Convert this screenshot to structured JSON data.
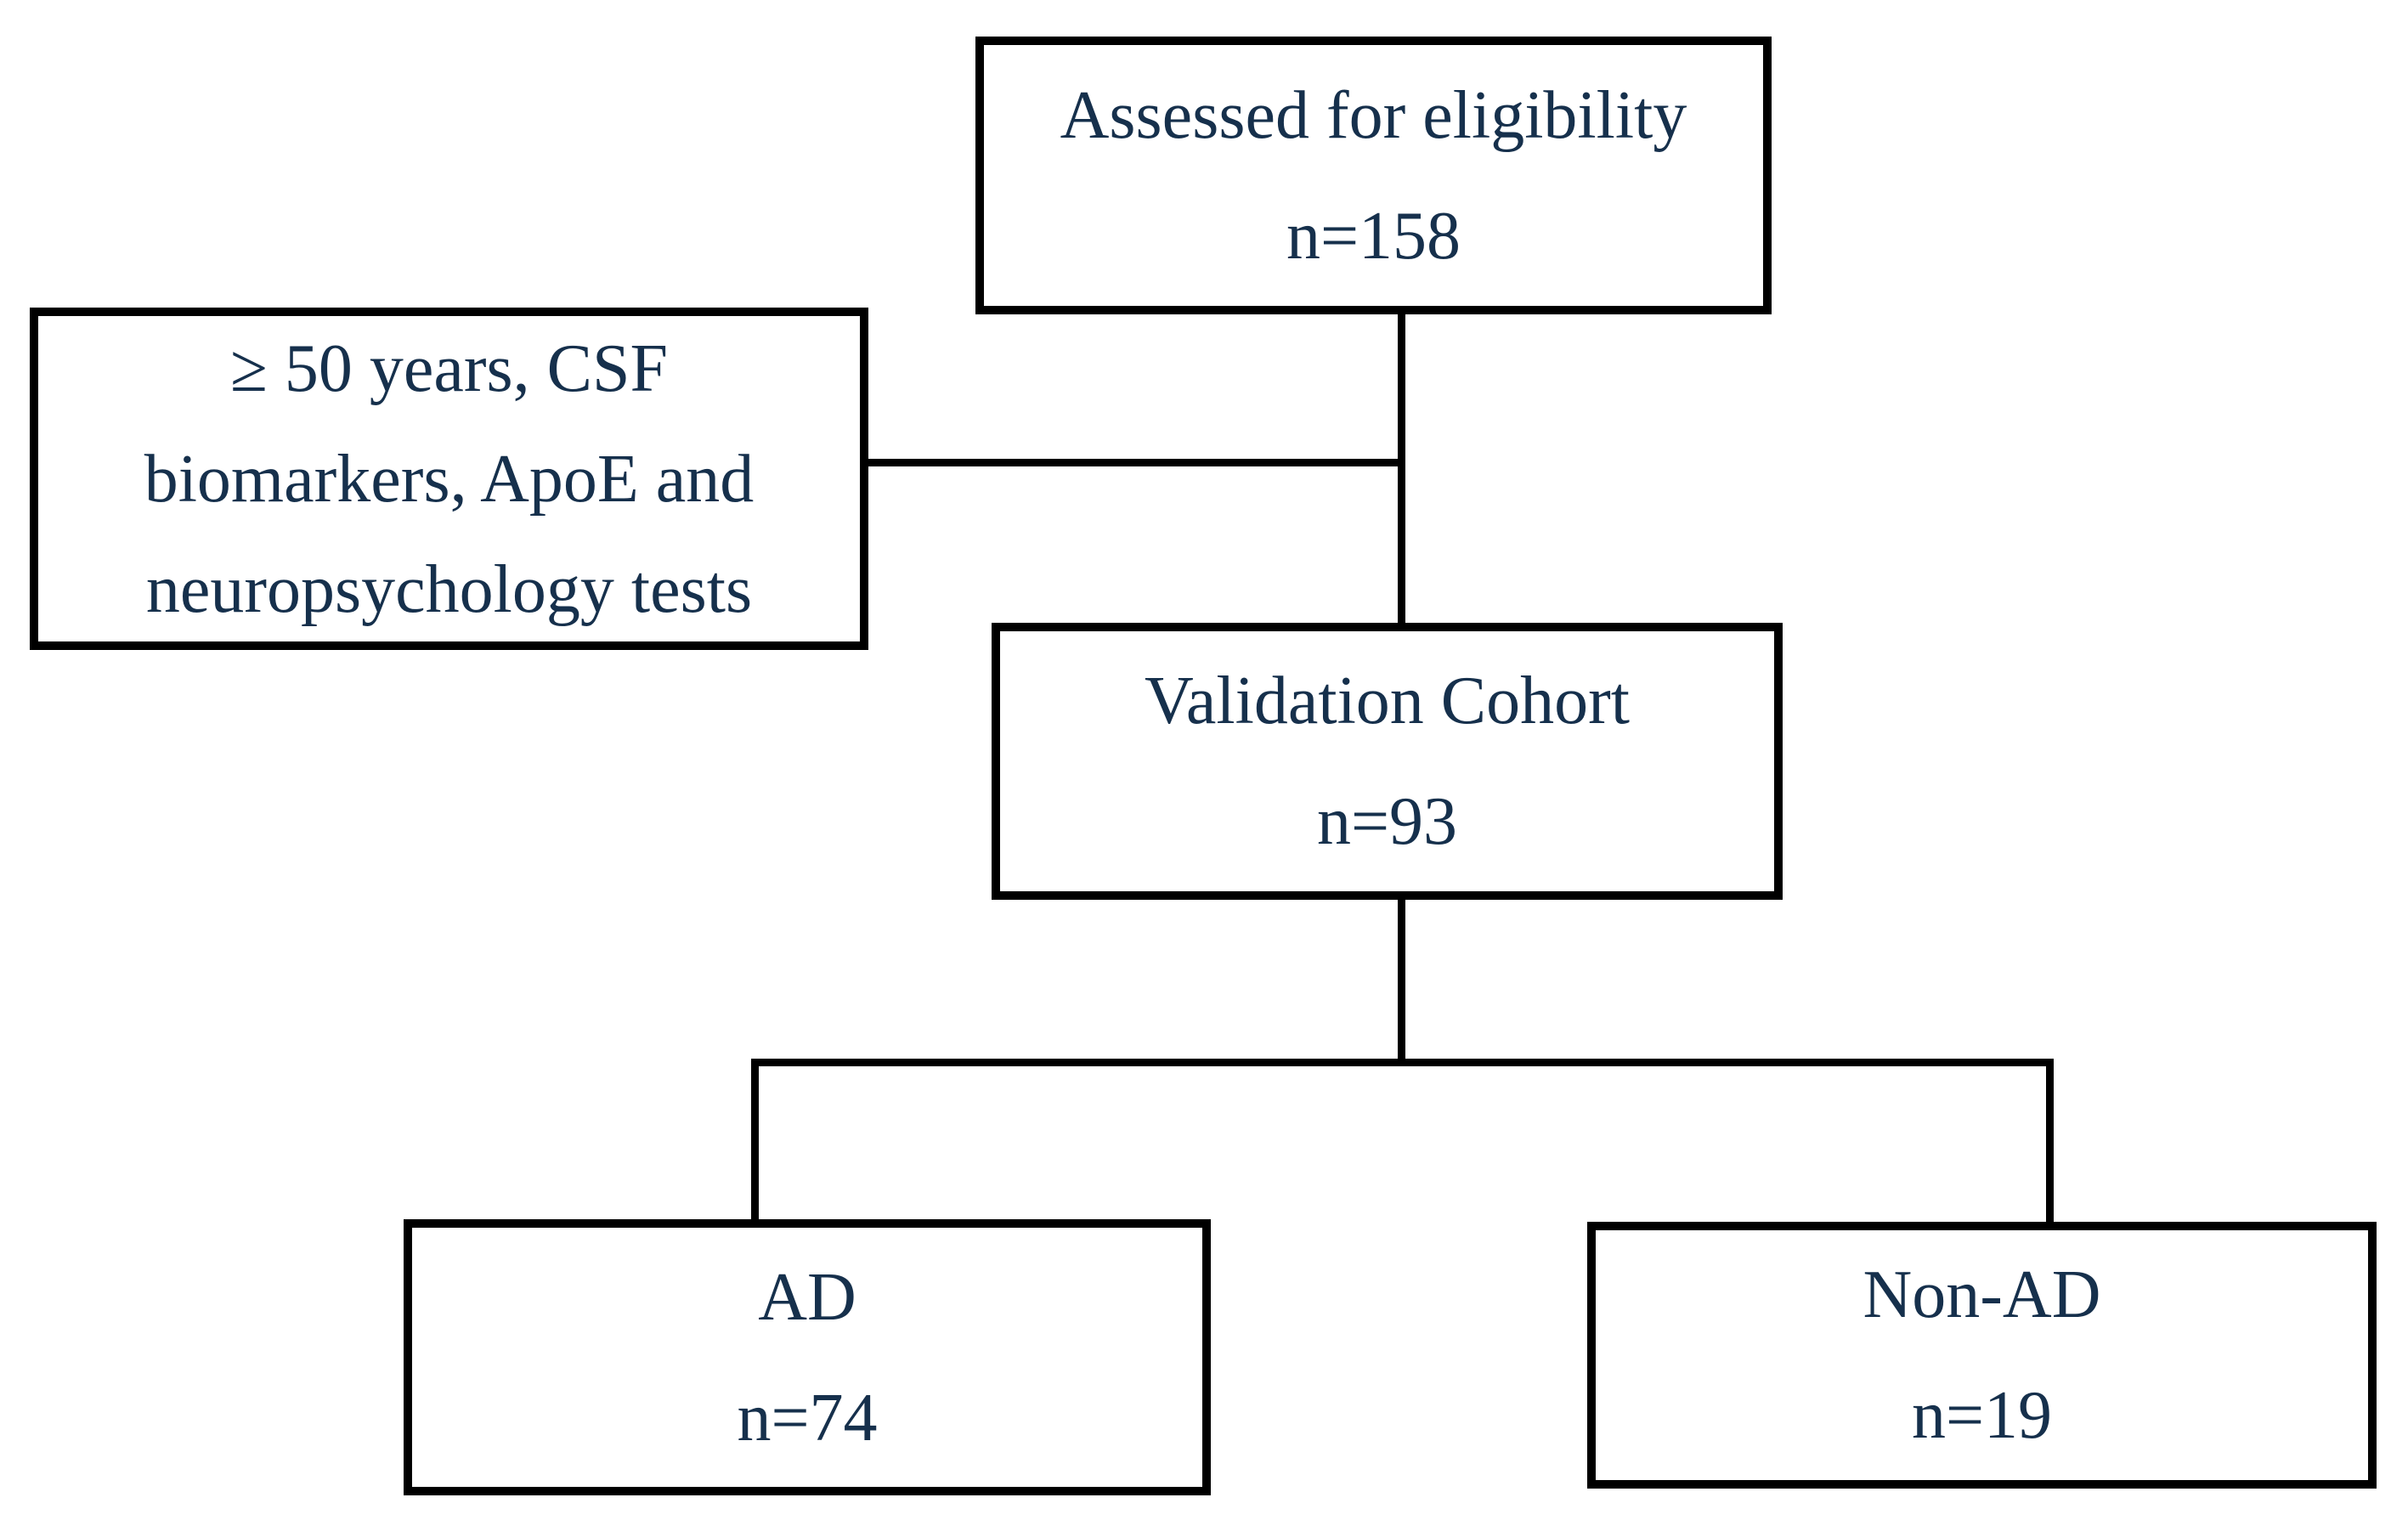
{
  "diagram": {
    "title": "Validation cohort enrollment flowchart",
    "colors": {
      "text": "#16304c",
      "border": "#000000",
      "background": "#ffffff"
    },
    "boxes": {
      "eligibility": {
        "lines": [
          "Assessed for eligibility",
          "n=158"
        ]
      },
      "criteria": {
        "lines": [
          "≥ 50 years, CSF",
          "biomarkers, ApoE and",
          "neuropsychology tests"
        ]
      },
      "validation": {
        "lines": [
          "Validation Cohort",
          "n=93"
        ]
      },
      "ad": {
        "lines": [
          "AD",
          "n=74"
        ]
      },
      "non_ad": {
        "lines": [
          "Non-AD",
          "n=19"
        ]
      }
    }
  }
}
